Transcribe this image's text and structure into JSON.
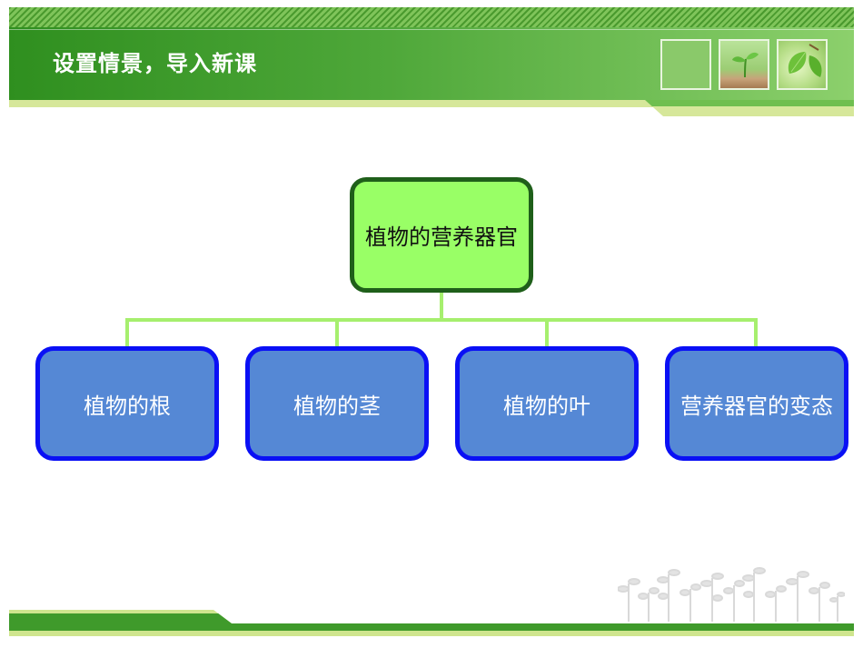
{
  "slide": {
    "title": "设置情景，导入新课"
  },
  "diagram": {
    "root": {
      "label": "植物的营养器官"
    },
    "children": [
      {
        "label": "植物的根"
      },
      {
        "label": "植物的茎"
      },
      {
        "label": "植物的叶"
      },
      {
        "label": "营养器官的变态"
      }
    ]
  },
  "colors": {
    "header_green": "#2f8f1f",
    "root_fill": "#99ff66",
    "root_border": "#1f5f1a",
    "child_fill": "#5588d5",
    "child_border": "#0a10f5",
    "connector": "#a6ef6e"
  },
  "decor": {
    "header_thumbnails": [
      "plain-green-square",
      "seedling-photo-icon",
      "leaf-photo-icon"
    ],
    "footer_art": "sprouts-silhouette-icon"
  }
}
